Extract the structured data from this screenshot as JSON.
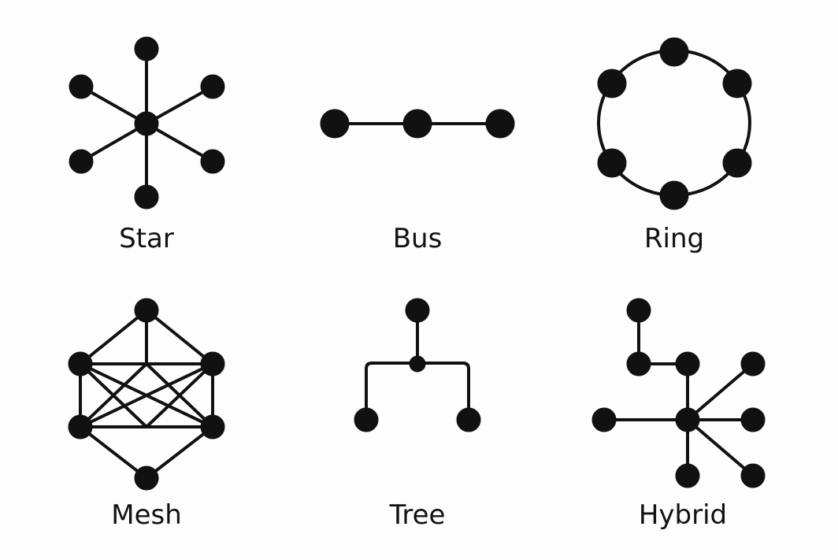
{
  "diagram": {
    "ink_color": "#111111",
    "background": "#fdfdfd",
    "topologies": [
      {
        "id": "star",
        "label": "Star"
      },
      {
        "id": "bus",
        "label": "Bus"
      },
      {
        "id": "ring",
        "label": "Ring"
      },
      {
        "id": "mesh",
        "label": "Mesh"
      },
      {
        "id": "tree",
        "label": "Tree"
      },
      {
        "id": "hybrid",
        "label": "Hybrid"
      }
    ]
  }
}
